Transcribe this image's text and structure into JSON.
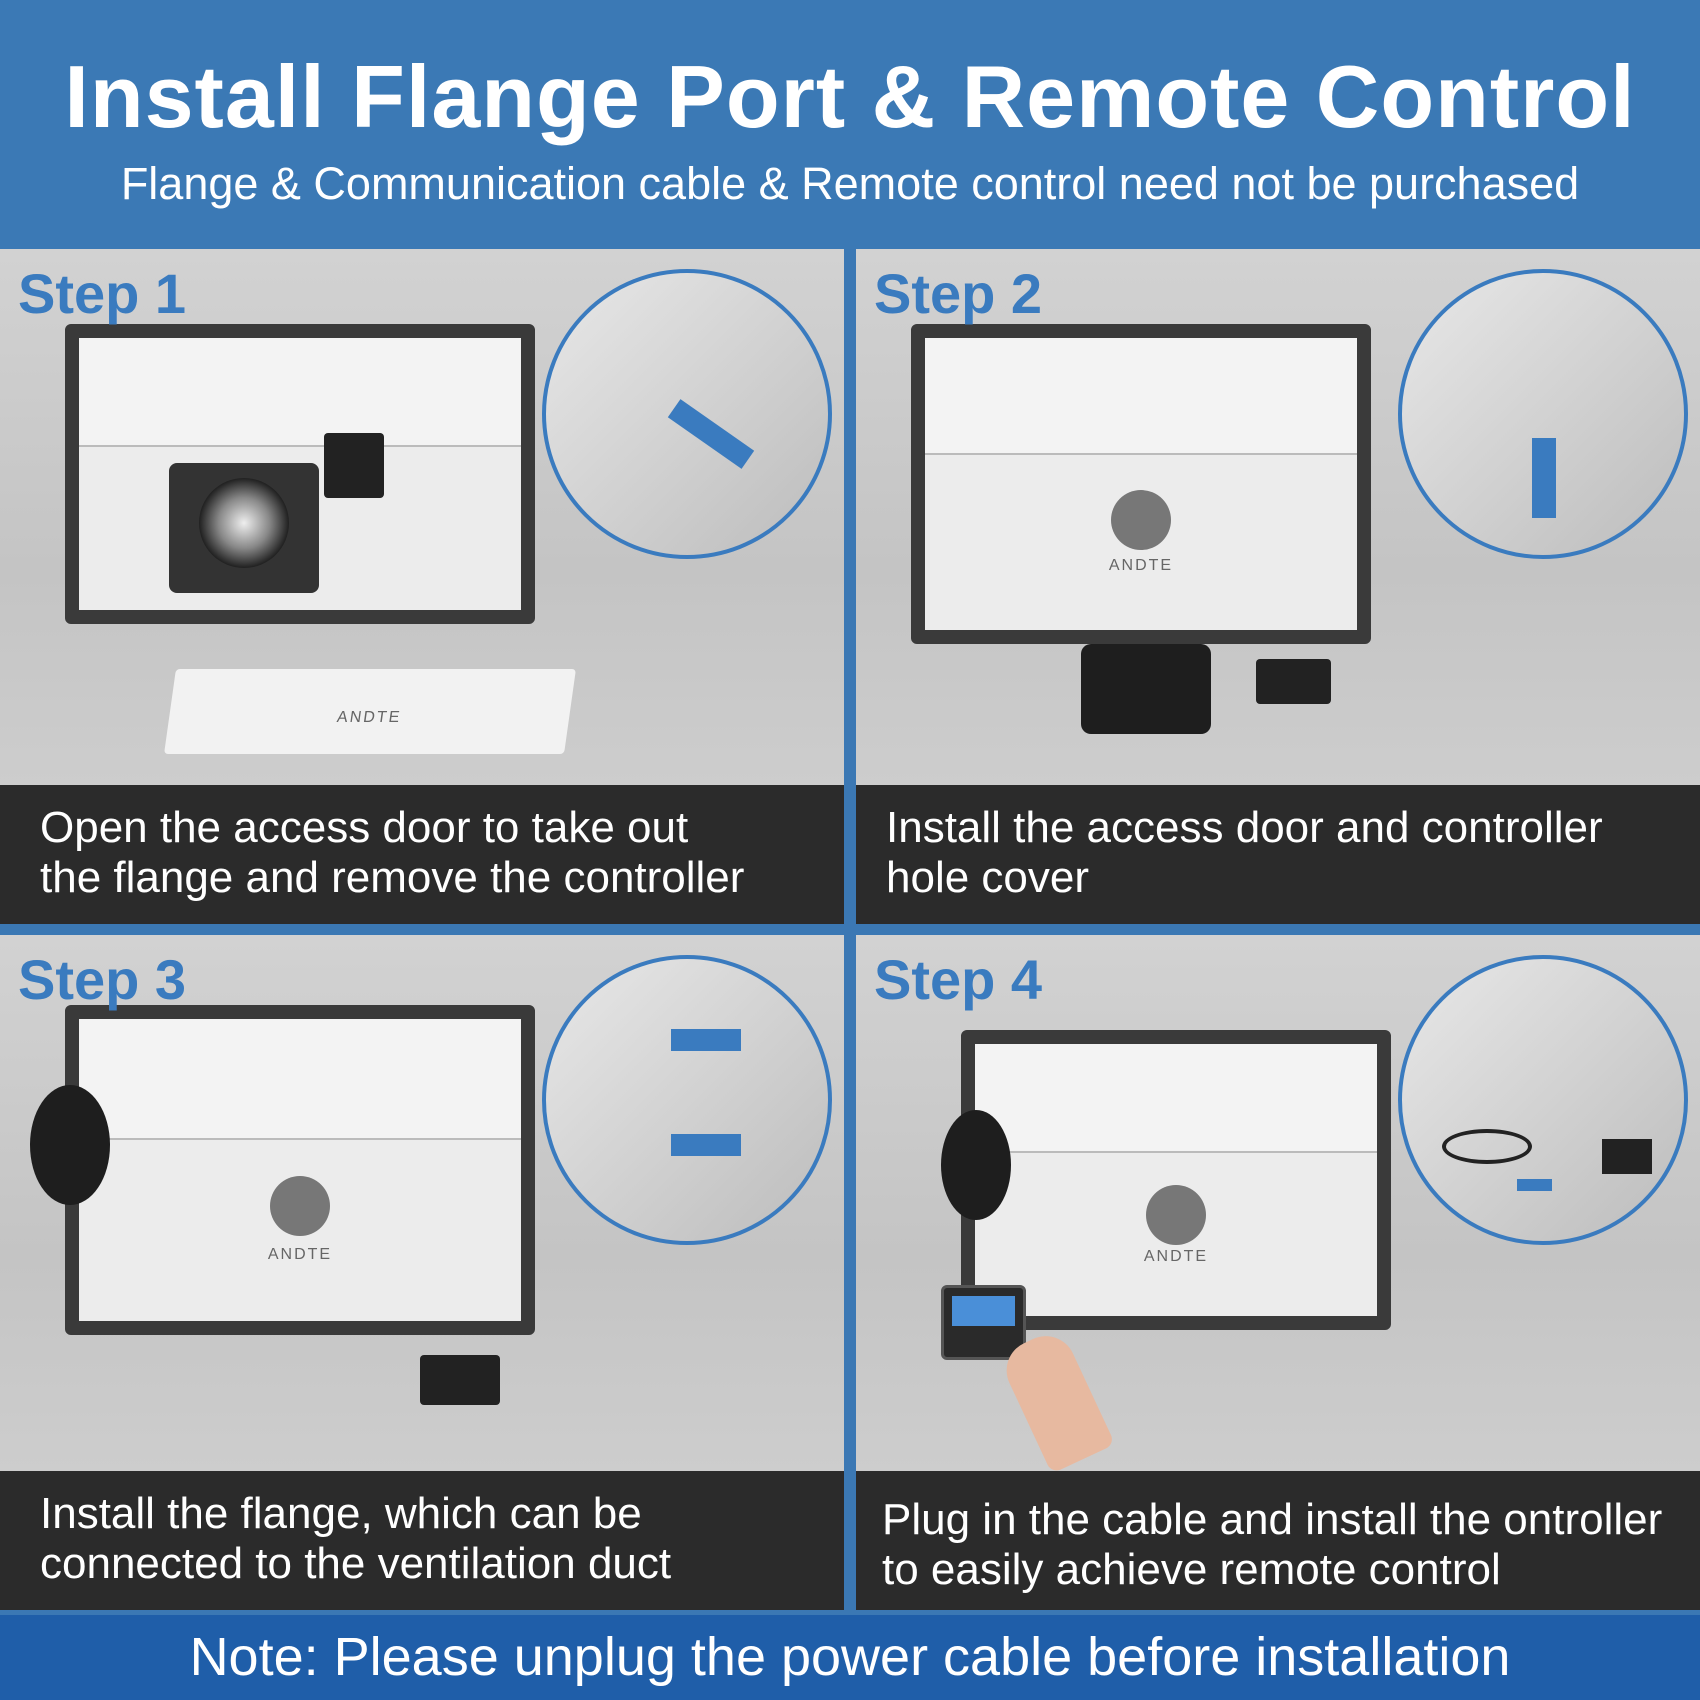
{
  "header": {
    "title": "Install Flange Port & Remote Control",
    "subtitle": "Flange & Communication cable & Remote control need not be purchased"
  },
  "steps": [
    {
      "label": "Step 1",
      "caption_line1": "Open the access door to take out",
      "caption_line2": "the flange and remove the controller"
    },
    {
      "label": "Step 2",
      "caption_line1": "Install the access door and controller",
      "caption_line2": "hole cover"
    },
    {
      "label": "Step 3",
      "caption_line1": "Install the flange, which can be",
      "caption_line2": "connected to the ventilation duct"
    },
    {
      "label": "Step 4",
      "caption_line1": "Plug in the cable and install the ontroller",
      "caption_line2": "to easily achieve remote control"
    }
  ],
  "brand": "ANDTE",
  "footer": {
    "note": "Note: Please unplug the power cable before installation"
  },
  "colors": {
    "header": "#3b79b5",
    "accent": "#3a7bbf",
    "caption_bg": "#2b2b2b",
    "footer": "#1f5ea9"
  }
}
